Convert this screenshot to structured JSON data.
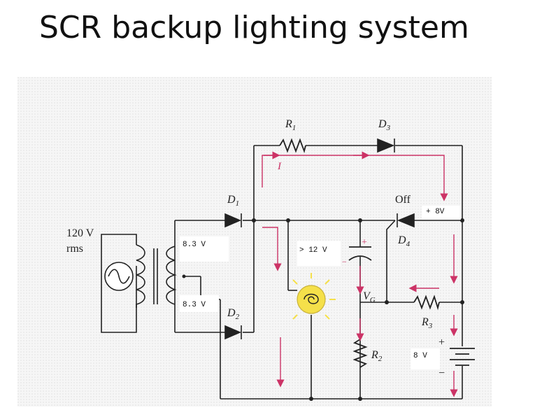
{
  "title": "SCR backup lighting system",
  "diagram": {
    "source": {
      "voltage": "120 V",
      "unit": "rms"
    },
    "secondary": {
      "upper": "8.3 V",
      "lower": "8.3  V"
    },
    "components": {
      "r1": {
        "letter": "R",
        "sub": "1"
      },
      "r2": {
        "letter": "R",
        "sub": "2"
      },
      "r3": {
        "letter": "R",
        "sub": "3"
      },
      "d1": {
        "letter": "D",
        "sub": "1"
      },
      "d2": {
        "letter": "D",
        "sub": "2"
      },
      "d3": {
        "letter": "D",
        "sub": "3"
      },
      "d4": {
        "letter": "D",
        "sub": "4"
      },
      "vg": {
        "letter": "V",
        "sub": "G"
      }
    },
    "labels": {
      "current": "I",
      "off": "Off",
      "cap_voltage": "> 12 V",
      "top_right_voltage": "+ 8V",
      "battery_voltage": "8 V",
      "plus": "+",
      "minus": "−"
    },
    "colors": {
      "wire": "#222222",
      "current_arrow": "#cc3366",
      "lamp": "#f5e04a",
      "panel": "#f3f3f3"
    }
  }
}
